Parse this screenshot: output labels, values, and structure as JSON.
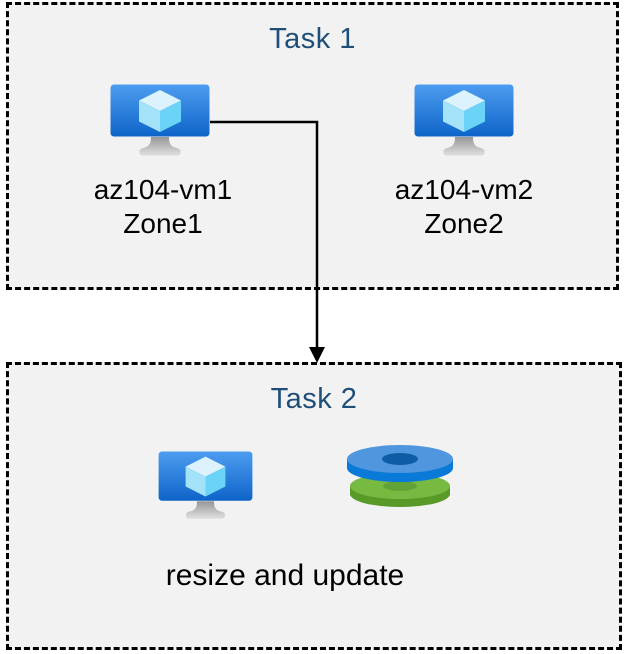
{
  "page": {
    "background": "#ffffff"
  },
  "colors": {
    "box_background": "#f2f2f2",
    "box_border": "#000000",
    "title_text": "#1f4e79",
    "label_text": "#000000",
    "connector": "#000000",
    "vm_screen_gradient_top": "#4d9df0",
    "vm_screen_gradient_bottom": "#0e64c8",
    "cube_top": "#dcf3fd",
    "cube_left": "#a4e2f9",
    "cube_right": "#6bd3f7",
    "stand_gradient_top": "#969696",
    "stand_gradient_bottom": "#d9d9d9",
    "disk_blue_top": "#4f96de",
    "disk_blue_side": "#0a7ad9",
    "disk_blue_hole": "#0d5ca6",
    "disk_green_top": "#76ba41",
    "disk_green_side": "#579a28",
    "disk_green_hole": "#61a337"
  },
  "task1": {
    "title": "Task 1",
    "vms": [
      {
        "name": "az104-vm1",
        "zone": "Zone1",
        "icon": "virtual-machine-icon"
      },
      {
        "name": "az104-vm2",
        "zone": "Zone2",
        "icon": "virtual-machine-icon"
      }
    ]
  },
  "task2": {
    "title": "Task 2",
    "caption": "resize and update",
    "icons": [
      "virtual-machine-icon",
      "managed-disks-icon"
    ]
  },
  "connector": {
    "type": "elbow-arrow",
    "from": "az104-vm1",
    "to": "Task 2"
  }
}
